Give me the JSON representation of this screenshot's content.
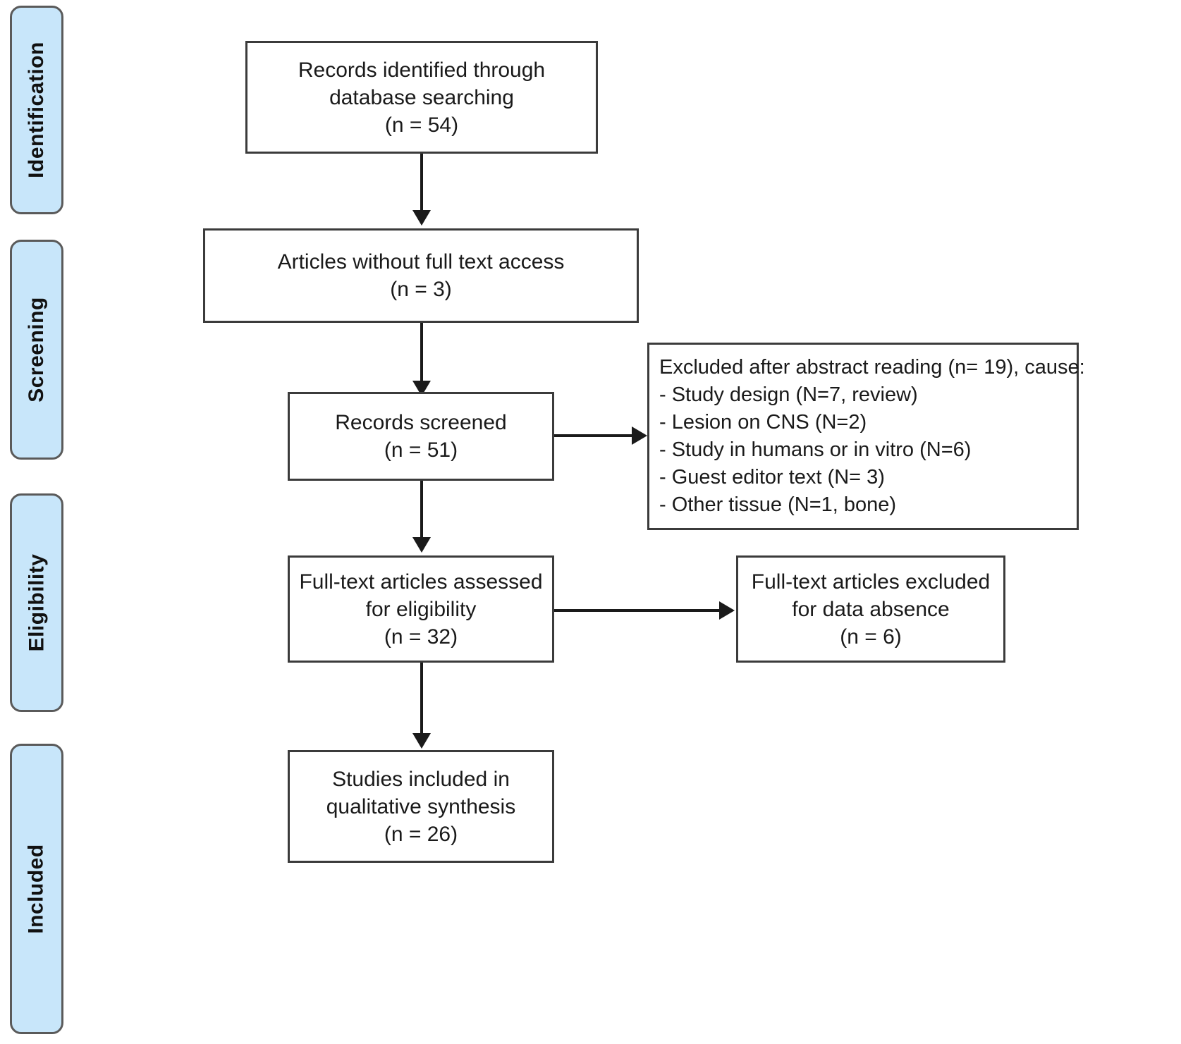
{
  "diagram": {
    "type": "prisma-flow-diagram",
    "title": "PRISMA flow diagram",
    "phases": [
      {
        "id": "identification",
        "label": "Identification"
      },
      {
        "id": "screening",
        "label": "Screening"
      },
      {
        "id": "eligibility",
        "label": "Eligibility"
      },
      {
        "id": "included",
        "label": "Included"
      }
    ],
    "boxes": {
      "records_identified": {
        "lines": [
          "Records identified through",
          "database searching",
          "(n = 54)"
        ],
        "count": 54
      },
      "no_full_text": {
        "lines": [
          "Articles without full text access",
          "(n = 3)"
        ],
        "count": 3
      },
      "records_screened": {
        "lines": [
          "Records screened",
          "(n = 51)"
        ],
        "count": 51
      },
      "excluded_abstract": {
        "lines": [
          "Excluded after abstract reading (n= 19), cause:",
          "- Study design (N=7, review)",
          "- Lesion on CNS (N=2)",
          "- Study in humans or in vitro (N=6)",
          "- Guest editor text (N= 3)",
          "- Other tissue (N=1, bone)"
        ],
        "count": 19,
        "reasons": [
          {
            "reason": "Study design",
            "n": 7,
            "note": "review"
          },
          {
            "reason": "Lesion on CNS",
            "n": 2,
            "note": ""
          },
          {
            "reason": "Study in humans or in vitro",
            "n": 6,
            "note": ""
          },
          {
            "reason": "Guest editor text",
            "n": 3,
            "note": ""
          },
          {
            "reason": "Other tissue",
            "n": 1,
            "note": "bone"
          }
        ]
      },
      "fulltext_assessed": {
        "lines": [
          "Full-text articles assessed",
          "for eligibility",
          "(n = 32)"
        ],
        "count": 32
      },
      "fulltext_excluded": {
        "lines": [
          "Full-text articles excluded",
          "for data absence",
          "(n = 6)"
        ],
        "count": 6
      },
      "studies_included": {
        "lines": [
          "Studies included in",
          "qualitative synthesis",
          "(n = 26)"
        ],
        "count": 26
      }
    },
    "colors": {
      "phase_fill": "#c8e6fa",
      "phase_border": "#5a5a5a",
      "box_border": "#3b3b3b",
      "connector": "#1a1a1a",
      "text": "#1a1a1a",
      "background": "#ffffff"
    }
  }
}
